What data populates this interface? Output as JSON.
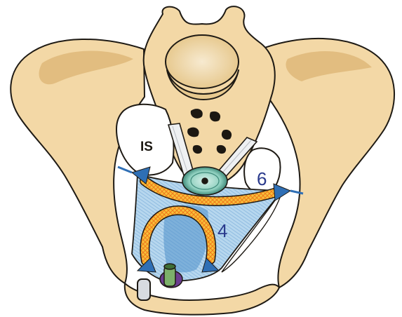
{
  "labels": {
    "is": "IS",
    "six": "6",
    "four": "4"
  },
  "colors": {
    "bone_fill": "#f3d8a6",
    "bone_shade": "#e2bd80",
    "bone_outline": "#1e1a14",
    "sacral_foramen": "#1c1812",
    "ligament_white": "#eef0f2",
    "ligament_grey": "#b9bdc3",
    "membrane_blue": "#a8cde9",
    "membrane_deep": "#4f8fcb",
    "arrow_blue": "#2f6fb5",
    "arrow_orange": "#f07a1e",
    "arrow_yellow": "#f6c23a",
    "rectum_teal": "#7fc8b6",
    "urethra_green": "#7cb06a",
    "vagina_purple": "#6a3d8f",
    "label_navy": "#2a3a8c"
  }
}
